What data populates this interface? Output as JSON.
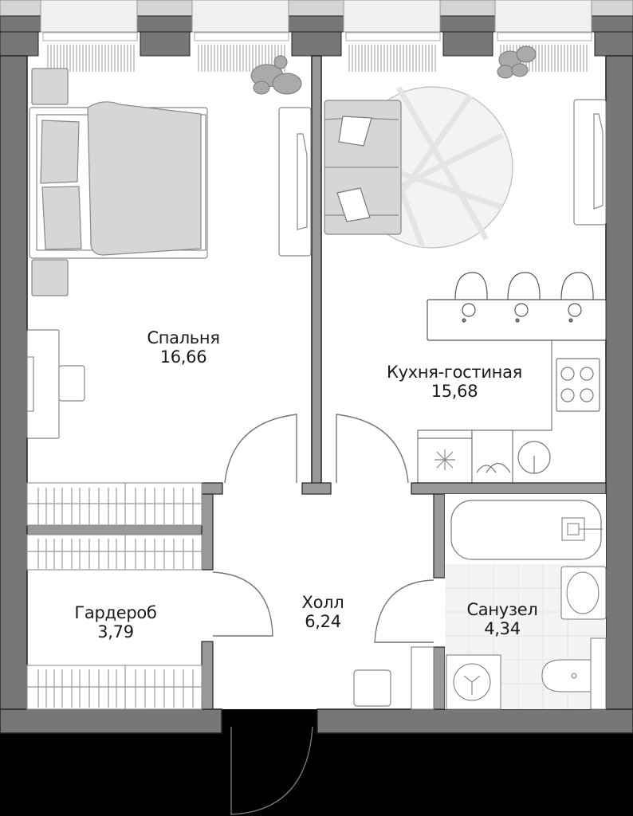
{
  "plan": {
    "colors": {
      "wall_outer": "#777777",
      "wall_inner": "#999999",
      "window_frame": "#f0f0f0",
      "window_sill": "#d4d4d4",
      "furniture_fill": "#d6d6d6",
      "line": "#8a8a8a",
      "outside": "#000000",
      "tile": "#f4f4f4"
    },
    "rooms": [
      {
        "id": "bedroom",
        "name": "Спальня",
        "area": "16,66"
      },
      {
        "id": "kitchen-living",
        "name": "Кухня-гостиная",
        "area": "15,68"
      },
      {
        "id": "wardrobe",
        "name": "Гардероб",
        "area": "3,79"
      },
      {
        "id": "hall",
        "name": "Холл",
        "area": "6,24"
      },
      {
        "id": "bathroom",
        "name": "Санузел",
        "area": "4,34"
      }
    ]
  }
}
